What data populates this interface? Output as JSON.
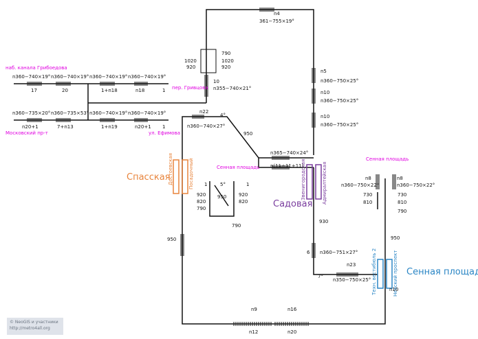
{
  "stations": {
    "spasskaya": "Спасская",
    "sadovaya": "Садовая",
    "sennaya": "Сенная площадь"
  },
  "line_labels": {
    "dostoevskaya": "Достоевская",
    "posadochnyi": "Посадочный",
    "zvenigorodskaya": "Звенигородская",
    "admiralteiskaya": "Адмиралтейская",
    "tekh_vestibul": "Техн. вестибюль 2",
    "nevsky": "Невский проспект"
  },
  "place_labels": {
    "kanal_griboedova": "наб. канала Грибоедова",
    "moskovsky": "Московский пр-т",
    "per_grivtsova": "пер. Гривцова",
    "ul_efimova": "ул. Ефимова",
    "sennaya_small": "Сенная площадь",
    "sennaya_small_right": "Сенная площадь"
  },
  "specs": {
    "n4": "n4",
    "s361": "361−755×19°",
    "n5": "n5",
    "s_n360_750_25_a": "n360−750×25°",
    "n10a": "n10",
    "s_n360_750_25_b": "n360−750×25°",
    "n10b": "n10",
    "s_n360_750_25_c": "n360−750×25°",
    "n360_740_19_1": "n360−740×19°",
    "n360_740_19_2": "n360−740×19°",
    "n360_740_19_3": "n360−740×19°",
    "n360_740_19_4": "n360−740×19°",
    "l17": "17",
    "l20": "20",
    "l1n18": "1+n18",
    "ln18": "n18",
    "l1a": "1",
    "n360_735_20": "n360−735×20°",
    "n360_735_53": "n360−735×53°",
    "n360_740_19_5": "n360−740×19°",
    "n360_740_19_6": "n360−740×19°",
    "ln20p1": "n20+1",
    "l7pn13": "7+n13",
    "l1pn19": "1+n19",
    "ln20p1b": "n20+1",
    "l1b": "1",
    "l10": "10",
    "n355": "n355−740×21°",
    "l790": "790",
    "l1020a": "1020",
    "l920a": "920",
    "l1020b": "1020",
    "l920b": "920",
    "n22": "n22",
    "d4": "4°",
    "n360_740_27": "n360−740×27°",
    "l950a": "950",
    "n365": "n365−740×24°",
    "n11": "n(11+11+11)",
    "l1c": "1",
    "d5": "5°",
    "l1d": "1",
    "l920c": "920",
    "l820a": "820",
    "l950b": "950",
    "l920d": "920",
    "l820b": "820",
    "l790b": "790",
    "l790c": "790",
    "l950c": "950",
    "l930": "930",
    "l6": "6",
    "n360_751_27": "n360−751×27°",
    "n23": "n23",
    "d7": "7°",
    "n350": "n350−750×25°",
    "n8a": "n8",
    "n8b": "n8",
    "n360_750_22a": "n360−750×22°",
    "n360_750_22b": "n360−750×22°",
    "l730a": "730",
    "l810a": "810",
    "l730b": "730",
    "l810b": "810",
    "l790d": "790",
    "l950d": "950",
    "n10c": "n10",
    "n9": "n9",
    "n16": "n16",
    "n12": "n12",
    "n20": "n20"
  },
  "credit": {
    "line1": "© NeoGIS и участники",
    "line2": "http://metro4all.org"
  }
}
